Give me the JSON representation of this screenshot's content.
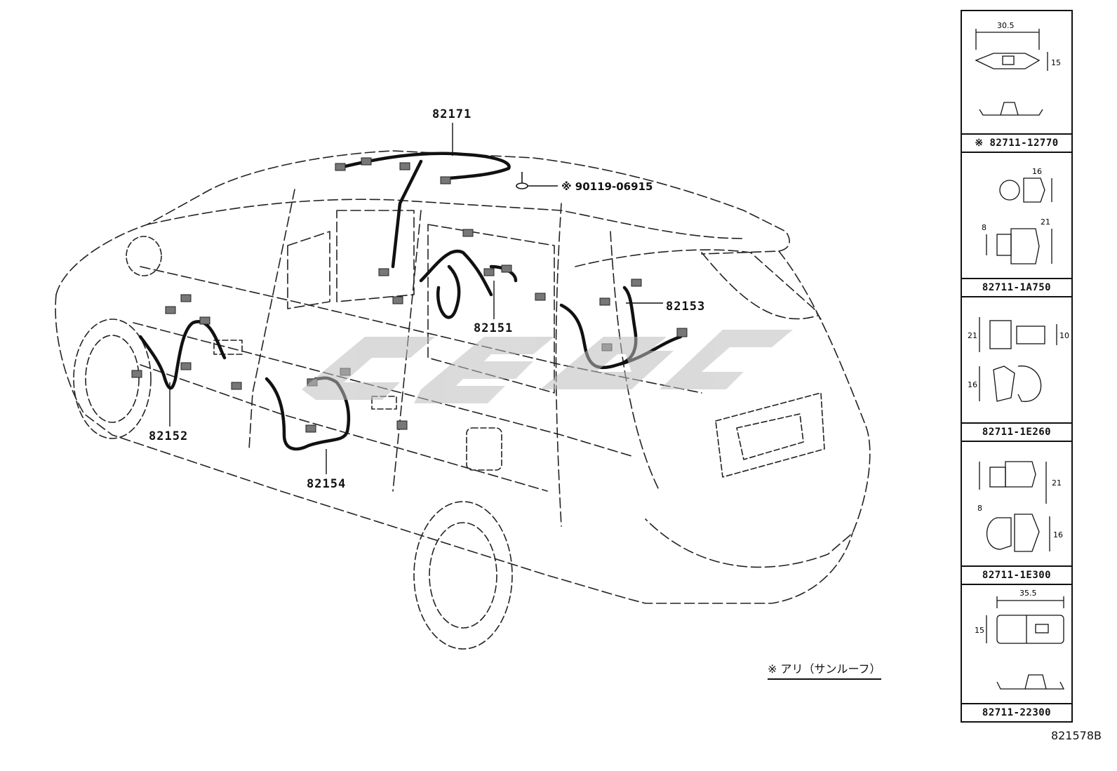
{
  "diagram": {
    "parts": [
      {
        "id": "82171",
        "label": "82171"
      },
      {
        "id": "82151",
        "label": "82151"
      },
      {
        "id": "82152",
        "label": "82152"
      },
      {
        "id": "82153",
        "label": "82153"
      },
      {
        "id": "82154",
        "label": "82154"
      }
    ],
    "bolt_label": "※ 90119-06915",
    "legend_note": "※ アリ（サンルーフ）",
    "doc_code": "821578B"
  },
  "side_panel": {
    "cells": [
      {
        "label": "※ 82711-12770",
        "dims": [
          "30.5",
          "15"
        ]
      },
      {
        "label": "82711-1A750",
        "dims": [
          "16",
          "21",
          "8"
        ]
      },
      {
        "label": "82711-1E260",
        "dims": [
          "21",
          "10",
          "16"
        ]
      },
      {
        "label": "82711-1E300",
        "dims": [
          "21",
          "8",
          "16"
        ]
      },
      {
        "label": "82711-22300",
        "dims": [
          "35.5",
          "15"
        ]
      }
    ]
  }
}
